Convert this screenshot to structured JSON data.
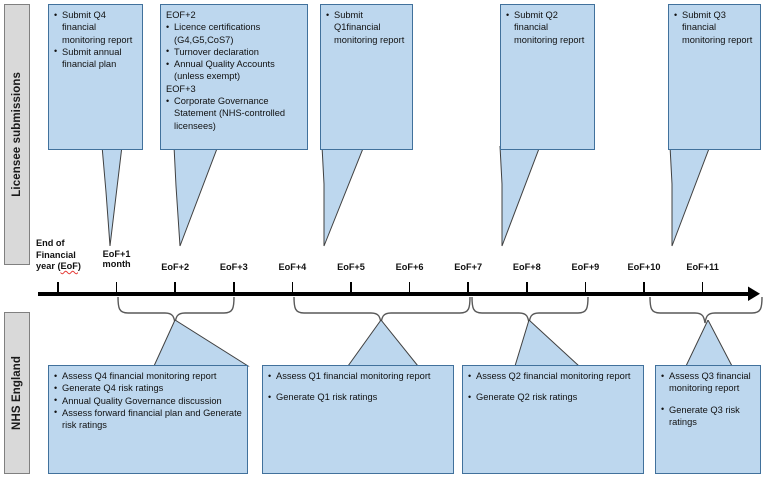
{
  "lanes": [
    {
      "id": "licensee",
      "label": "Licensee submissions"
    },
    {
      "id": "nhs",
      "label": "NHS England"
    }
  ],
  "axis": {
    "origin_label_lines": [
      "End of",
      "Financial",
      "year (EoF)"
    ],
    "origin_squiggle_word": "EoF",
    "ticks": [
      {
        "label": "EoF+1 month",
        "line1": "EoF+1",
        "line2": "month"
      },
      {
        "label": "EoF+2",
        "line1": "EoF+2",
        "line2": ""
      },
      {
        "label": "EoF+3",
        "line1": "EoF+3",
        "line2": ""
      },
      {
        "label": "EoF+4",
        "line1": "EoF+4",
        "line2": ""
      },
      {
        "label": "EoF+5",
        "line1": "EoF+5",
        "line2": ""
      },
      {
        "label": "EoF+6",
        "line1": "EoF+6",
        "line2": ""
      },
      {
        "label": "EoF+7",
        "line1": "EoF+7",
        "line2": ""
      },
      {
        "label": "EoF+8",
        "line1": "EoF+8",
        "line2": ""
      },
      {
        "label": "EoF+9",
        "line1": "EoF+9",
        "line2": ""
      },
      {
        "label": "EoF+10",
        "line1": "EoF+10",
        "line2": ""
      },
      {
        "label": "EoF+11",
        "line1": "EoF+11",
        "line2": ""
      }
    ]
  },
  "licensee_callouts": [
    {
      "id": "q4-submissions",
      "items": [
        {
          "type": "bullet",
          "text": "Submit Q4 financial monitoring report"
        },
        {
          "type": "bullet",
          "text": "Submit annual financial plan"
        }
      ]
    },
    {
      "id": "eof2-eof3-submissions",
      "items": [
        {
          "type": "plain",
          "text": "EOF+2"
        },
        {
          "type": "bullet",
          "text": "Licence certifications (G4,G5,CoS7)"
        },
        {
          "type": "bullet",
          "text": "Turnover declaration"
        },
        {
          "type": "bullet",
          "text": "Annual Quality Accounts (unless exempt)"
        },
        {
          "type": "plain",
          "text": "EOF+3"
        },
        {
          "type": "bullet",
          "text": "Corporate Governance Statement (NHS-controlled licensees)"
        }
      ]
    },
    {
      "id": "q1-submissions",
      "items": [
        {
          "type": "bullet",
          "text": "Submit Q1financial monitoring report"
        }
      ]
    },
    {
      "id": "q2-submissions",
      "items": [
        {
          "type": "bullet",
          "text": "Submit Q2 financial monitoring report"
        }
      ]
    },
    {
      "id": "q3-submissions",
      "items": [
        {
          "type": "bullet",
          "text": "Submit Q3 financial monitoring report"
        }
      ]
    }
  ],
  "nhs_callouts": [
    {
      "id": "q4-assessment",
      "items": [
        {
          "type": "bullet",
          "text": "Assess Q4 financial monitoring report"
        },
        {
          "type": "bullet",
          "text": "Generate Q4 risk ratings"
        },
        {
          "type": "bullet",
          "text": "Annual Quality Governance discussion"
        },
        {
          "type": "bullet",
          "text": "Assess forward financial plan and Generate risk ratings"
        }
      ]
    },
    {
      "id": "q1-assessment",
      "items": [
        {
          "type": "bullet",
          "text": "Assess Q1 financial monitoring report"
        },
        {
          "type": "spacer",
          "text": ""
        },
        {
          "type": "bullet",
          "text": "Generate Q1 risk ratings"
        }
      ]
    },
    {
      "id": "q2-assessment",
      "items": [
        {
          "type": "bullet",
          "text": "Assess Q2 financial monitoring report"
        },
        {
          "type": "spacer",
          "text": ""
        },
        {
          "type": "bullet",
          "text": "Generate Q2 risk ratings"
        }
      ]
    },
    {
      "id": "q3-assessment",
      "items": [
        {
          "type": "bullet",
          "text": "Assess Q3 financial monitoring report"
        },
        {
          "type": "spacer",
          "text": ""
        },
        {
          "type": "bullet",
          "text": "Generate Q3 risk ratings"
        }
      ]
    }
  ],
  "colors": {
    "callout_fill": "#bdd7ee",
    "callout_border": "#41719c",
    "lane_fill": "#d9d9d9",
    "lane_border": "#808080",
    "axis": "#000000",
    "brace": "#595959"
  }
}
